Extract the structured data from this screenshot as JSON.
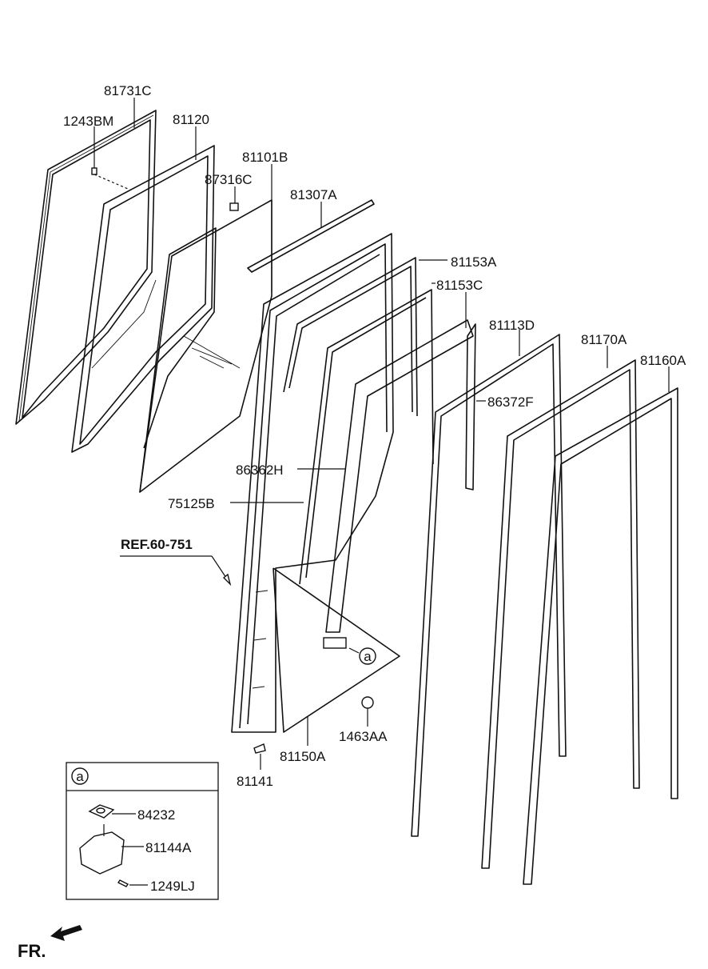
{
  "parts": {
    "p81731C": "81731C",
    "p1243BM": "1243BM",
    "p81120": "81120",
    "p81101B": "81101B",
    "p87316C": "87316C",
    "p81307A": "81307A",
    "p81153A": "81153A",
    "p81153C": "81153C",
    "p81113D": "81113D",
    "p81170A": "81170A",
    "p81160A": "81160A",
    "p86372F": "86372F",
    "p86362H": "86362H",
    "p75125B": "75125B",
    "p1463AA": "1463AA",
    "p81150A": "81150A",
    "p81141": "81141"
  },
  "reference": "REF.60-751",
  "callout_marker": "a",
  "detail_box": {
    "marker": "a",
    "p84232": "84232",
    "p81144A": "81144A",
    "p1249LJ": "1249LJ"
  },
  "direction": "FR."
}
